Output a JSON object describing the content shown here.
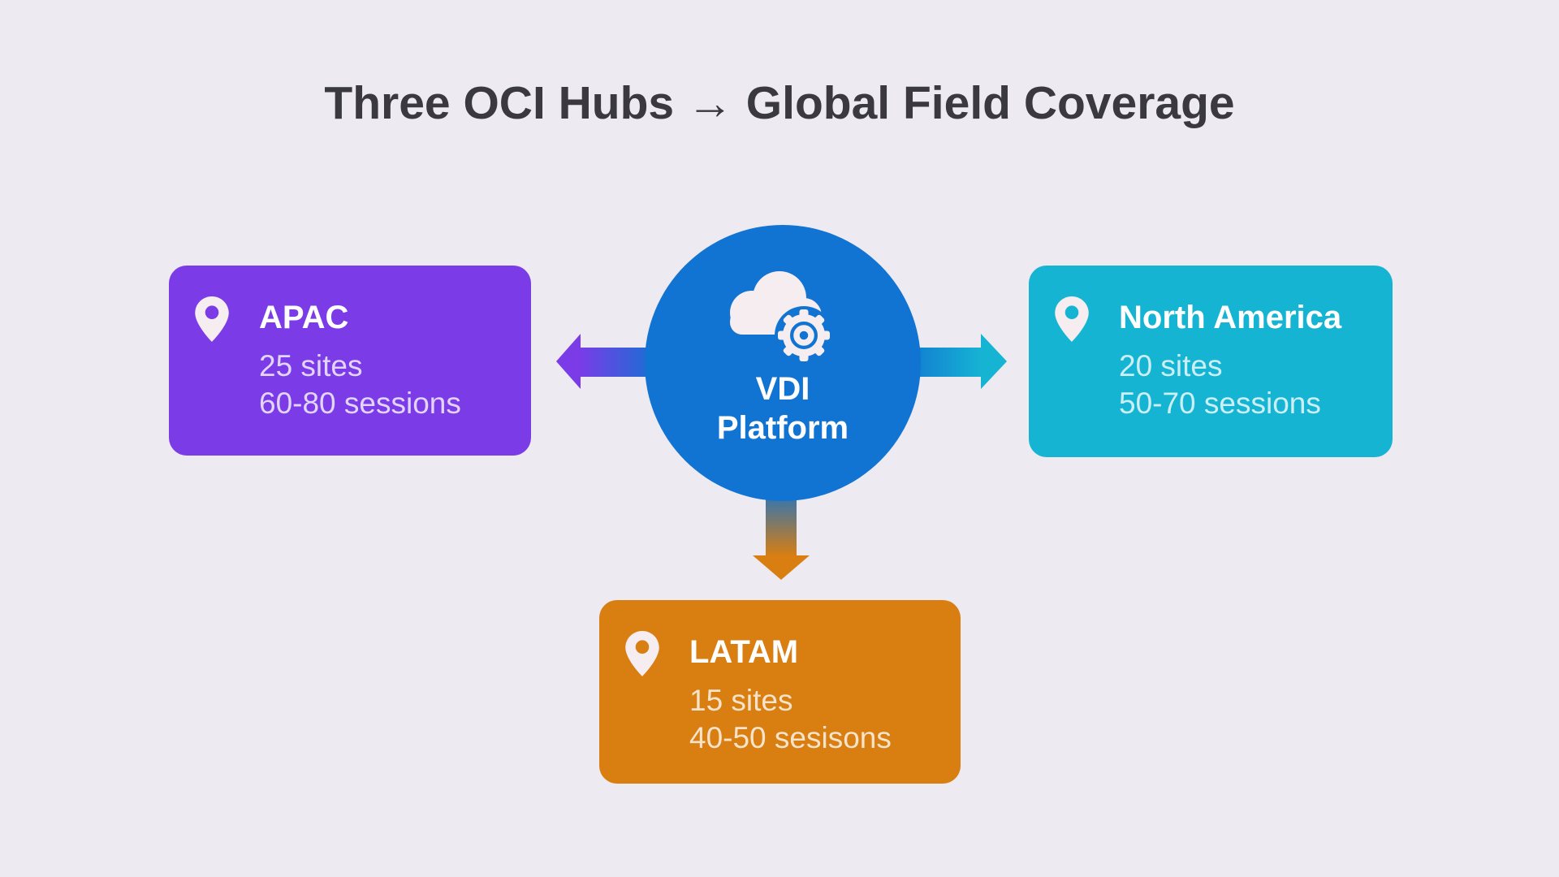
{
  "title": "Three OCI Hubs → Global Field Coverage",
  "center": {
    "icon": "cloud-gear-icon",
    "label_line1": "VDI",
    "label_line2": "Platform"
  },
  "hubs": [
    {
      "name": "APAC",
      "sites": "25 sites",
      "sessions": "60-80 sessions",
      "icon": "location-pin-icon",
      "position": "left"
    },
    {
      "name": "North America",
      "sites": "20 sites",
      "sessions": "50-70 sessions",
      "icon": "location-pin-icon",
      "position": "right"
    },
    {
      "name": "LATAM",
      "sites": "15 sites",
      "sessions": "40-50 sesisons",
      "icon": "location-pin-icon",
      "position": "bottom"
    }
  ],
  "connections": [
    {
      "from": "VDI Platform",
      "to": "APAC",
      "direction": "left"
    },
    {
      "from": "VDI Platform",
      "to": "North America",
      "direction": "right"
    },
    {
      "from": "VDI Platform",
      "to": "LATAM",
      "direction": "down"
    }
  ],
  "colors": {
    "background": "#edeaf2",
    "title_text": "#3a393f",
    "hub_blue": "#1173d2",
    "apac_purple": "#7b3ce8",
    "north_america_teal": "#16b4d3",
    "latam_orange": "#d97e11",
    "icon_white": "#f5edf0",
    "card_secondary_text": "rgba(255,255,255,0.78)"
  }
}
